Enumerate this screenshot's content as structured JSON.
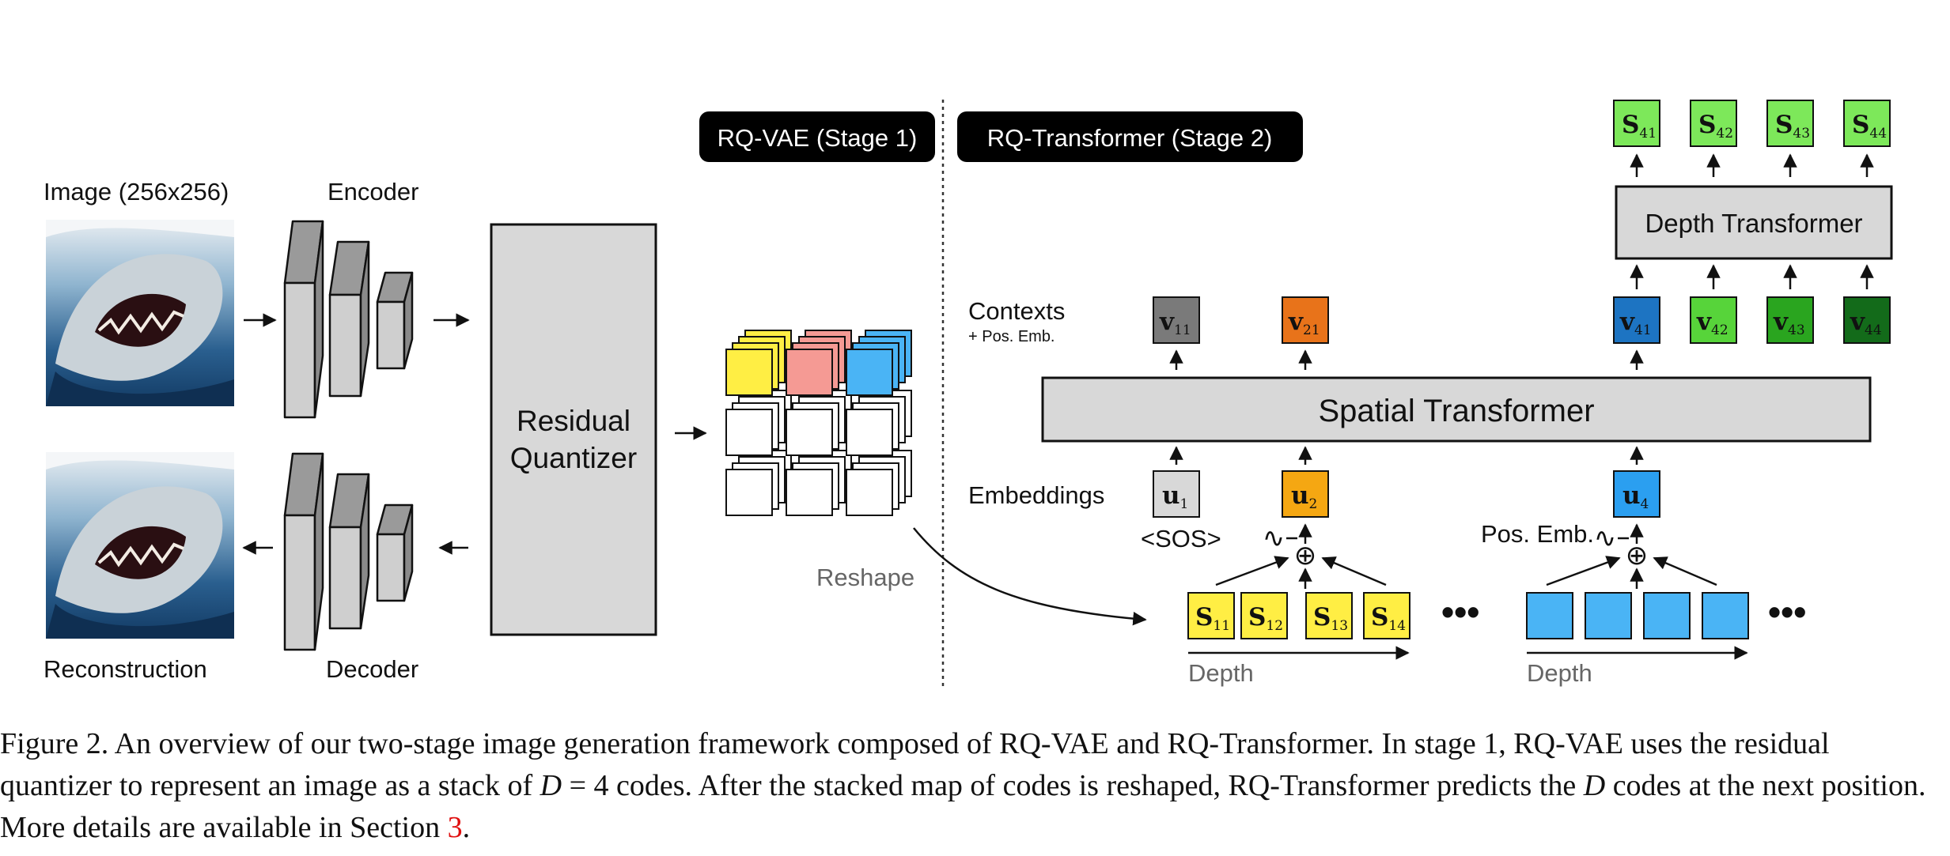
{
  "figure": {
    "stage1_label": "RQ-VAE (Stage 1)",
    "stage2_label": "RQ-Transformer (Stage 2)",
    "image_label": "Image (256x256)",
    "encoder_label": "Encoder",
    "decoder_label": "Decoder",
    "reconstruction_label": "Reconstruction",
    "quantizer_line1": "Residual",
    "quantizer_line2": "Quantizer",
    "reshape_label": "Reshape",
    "contexts_label": "Contexts",
    "pos_emb_small": "+ Pos. Emb.",
    "embeddings_label": "Embeddings",
    "sos_label": "<SOS>",
    "pos_emb_label": "Pos. Emb.",
    "spatial_transformer": "Spatial Transformer",
    "depth_transformer": "Depth Transformer",
    "depth_label_1": "Depth",
    "depth_label_2": "Depth",
    "plus_symbol": "⊕",
    "sine_symbol": "∿",
    "ellipsis": "•••",
    "outputs": [
      {
        "main": "S",
        "sub": "41"
      },
      {
        "main": "S",
        "sub": "42"
      },
      {
        "main": "S",
        "sub": "43"
      },
      {
        "main": "S",
        "sub": "44"
      }
    ],
    "contexts_left": [
      {
        "main": "v",
        "sub": "11"
      },
      {
        "main": "v",
        "sub": "21"
      }
    ],
    "contexts_right": [
      {
        "main": "v",
        "sub": "41"
      },
      {
        "main": "v",
        "sub": "42"
      },
      {
        "main": "v",
        "sub": "43"
      },
      {
        "main": "v",
        "sub": "44"
      }
    ],
    "embeddings": [
      {
        "main": "u",
        "sub": "1"
      },
      {
        "main": "u",
        "sub": "2"
      },
      {
        "main": "u",
        "sub": "4"
      }
    ],
    "codes": [
      {
        "main": "S",
        "sub": "11"
      },
      {
        "main": "S",
        "sub": "12"
      },
      {
        "main": "S",
        "sub": "13"
      },
      {
        "main": "S",
        "sub": "14"
      }
    ],
    "colors": {
      "yellow": "#ffee44",
      "red": "#f59a94",
      "blue": "#4ab4f5",
      "gray_box": "#d8d8d8",
      "v11": "#7a7a7a",
      "v21": "#e8731a",
      "v41": "#1d74c2",
      "v42": "#57d43a",
      "v43": "#2aa51f",
      "v44": "#136b1a",
      "out_green": "#7de85a",
      "u2": "#f5a712",
      "u4": "#2b9ff0",
      "pill": "#000000"
    }
  },
  "caption": {
    "prefix": "Figure 2.  An overview of our two-stage image generation framework composed of RQ-VAE and RQ-Transformer.  In stage 1, RQ-VAE uses the residual quantizer to represent an image as a stack of ",
    "math1": "D",
    "eq": " = 4 codes.  After the stacked map of codes is reshaped, RQ-Transformer predicts the ",
    "math2": "D",
    "suffix": " codes at the next position. More details are available in Section ",
    "ref": "3",
    "end": "."
  }
}
